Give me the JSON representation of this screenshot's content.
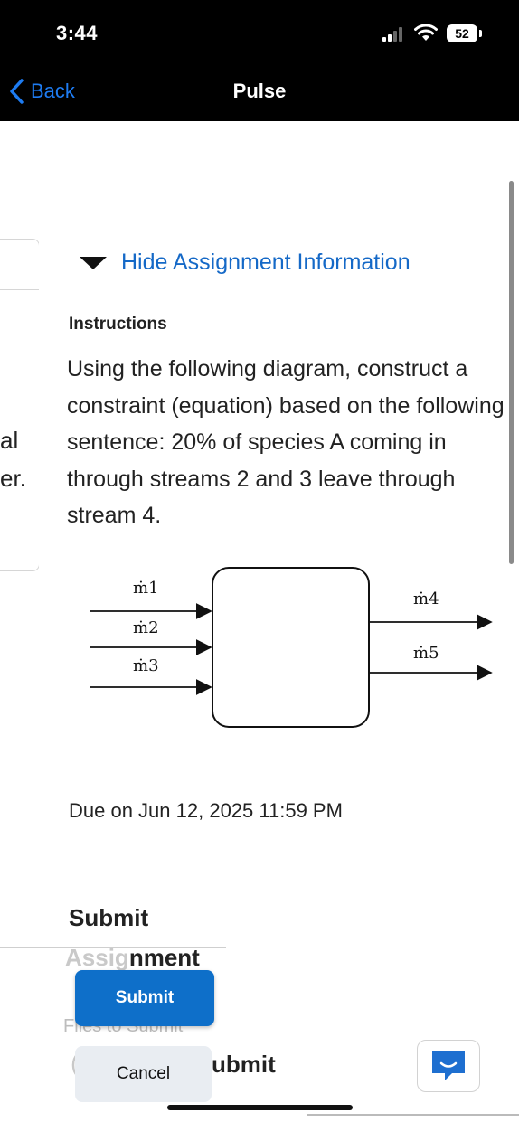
{
  "status_bar": {
    "time": "3:44",
    "battery": "52"
  },
  "header": {
    "back_label": "Back",
    "title": "Pulse"
  },
  "background_fragments": {
    "line1": "al",
    "line2": "er."
  },
  "assignment": {
    "toggle_label": "Hide Assignment Information",
    "instructions_label": "Instructions",
    "instructions_text": "Using the following diagram, construct a constraint (equation) based on the following sentence: 20% of species A coming in through streams 2 and 3 leave through stream 4.",
    "due_text": "Due on Jun 12, 2025 11:59 PM"
  },
  "diagram": {
    "inputs": [
      "ṁ1",
      "ṁ2",
      "ṁ3"
    ],
    "outputs": [
      "ṁ4",
      "ṁ5"
    ]
  },
  "submit_section": {
    "heading": "Submit",
    "assignment_faded": "Assig",
    "assignment_rest": "nment",
    "hidden_text": "Files to Submit",
    "paren": "(",
    "submit_fragment": "ubmit"
  },
  "buttons": {
    "submit_label": "Submit",
    "cancel_label": "Cancel"
  },
  "colors": {
    "accent": "#1e7cf2",
    "link": "#1569c7",
    "primary_button": "#0e6fc9",
    "secondary_button": "#e9edf2"
  }
}
